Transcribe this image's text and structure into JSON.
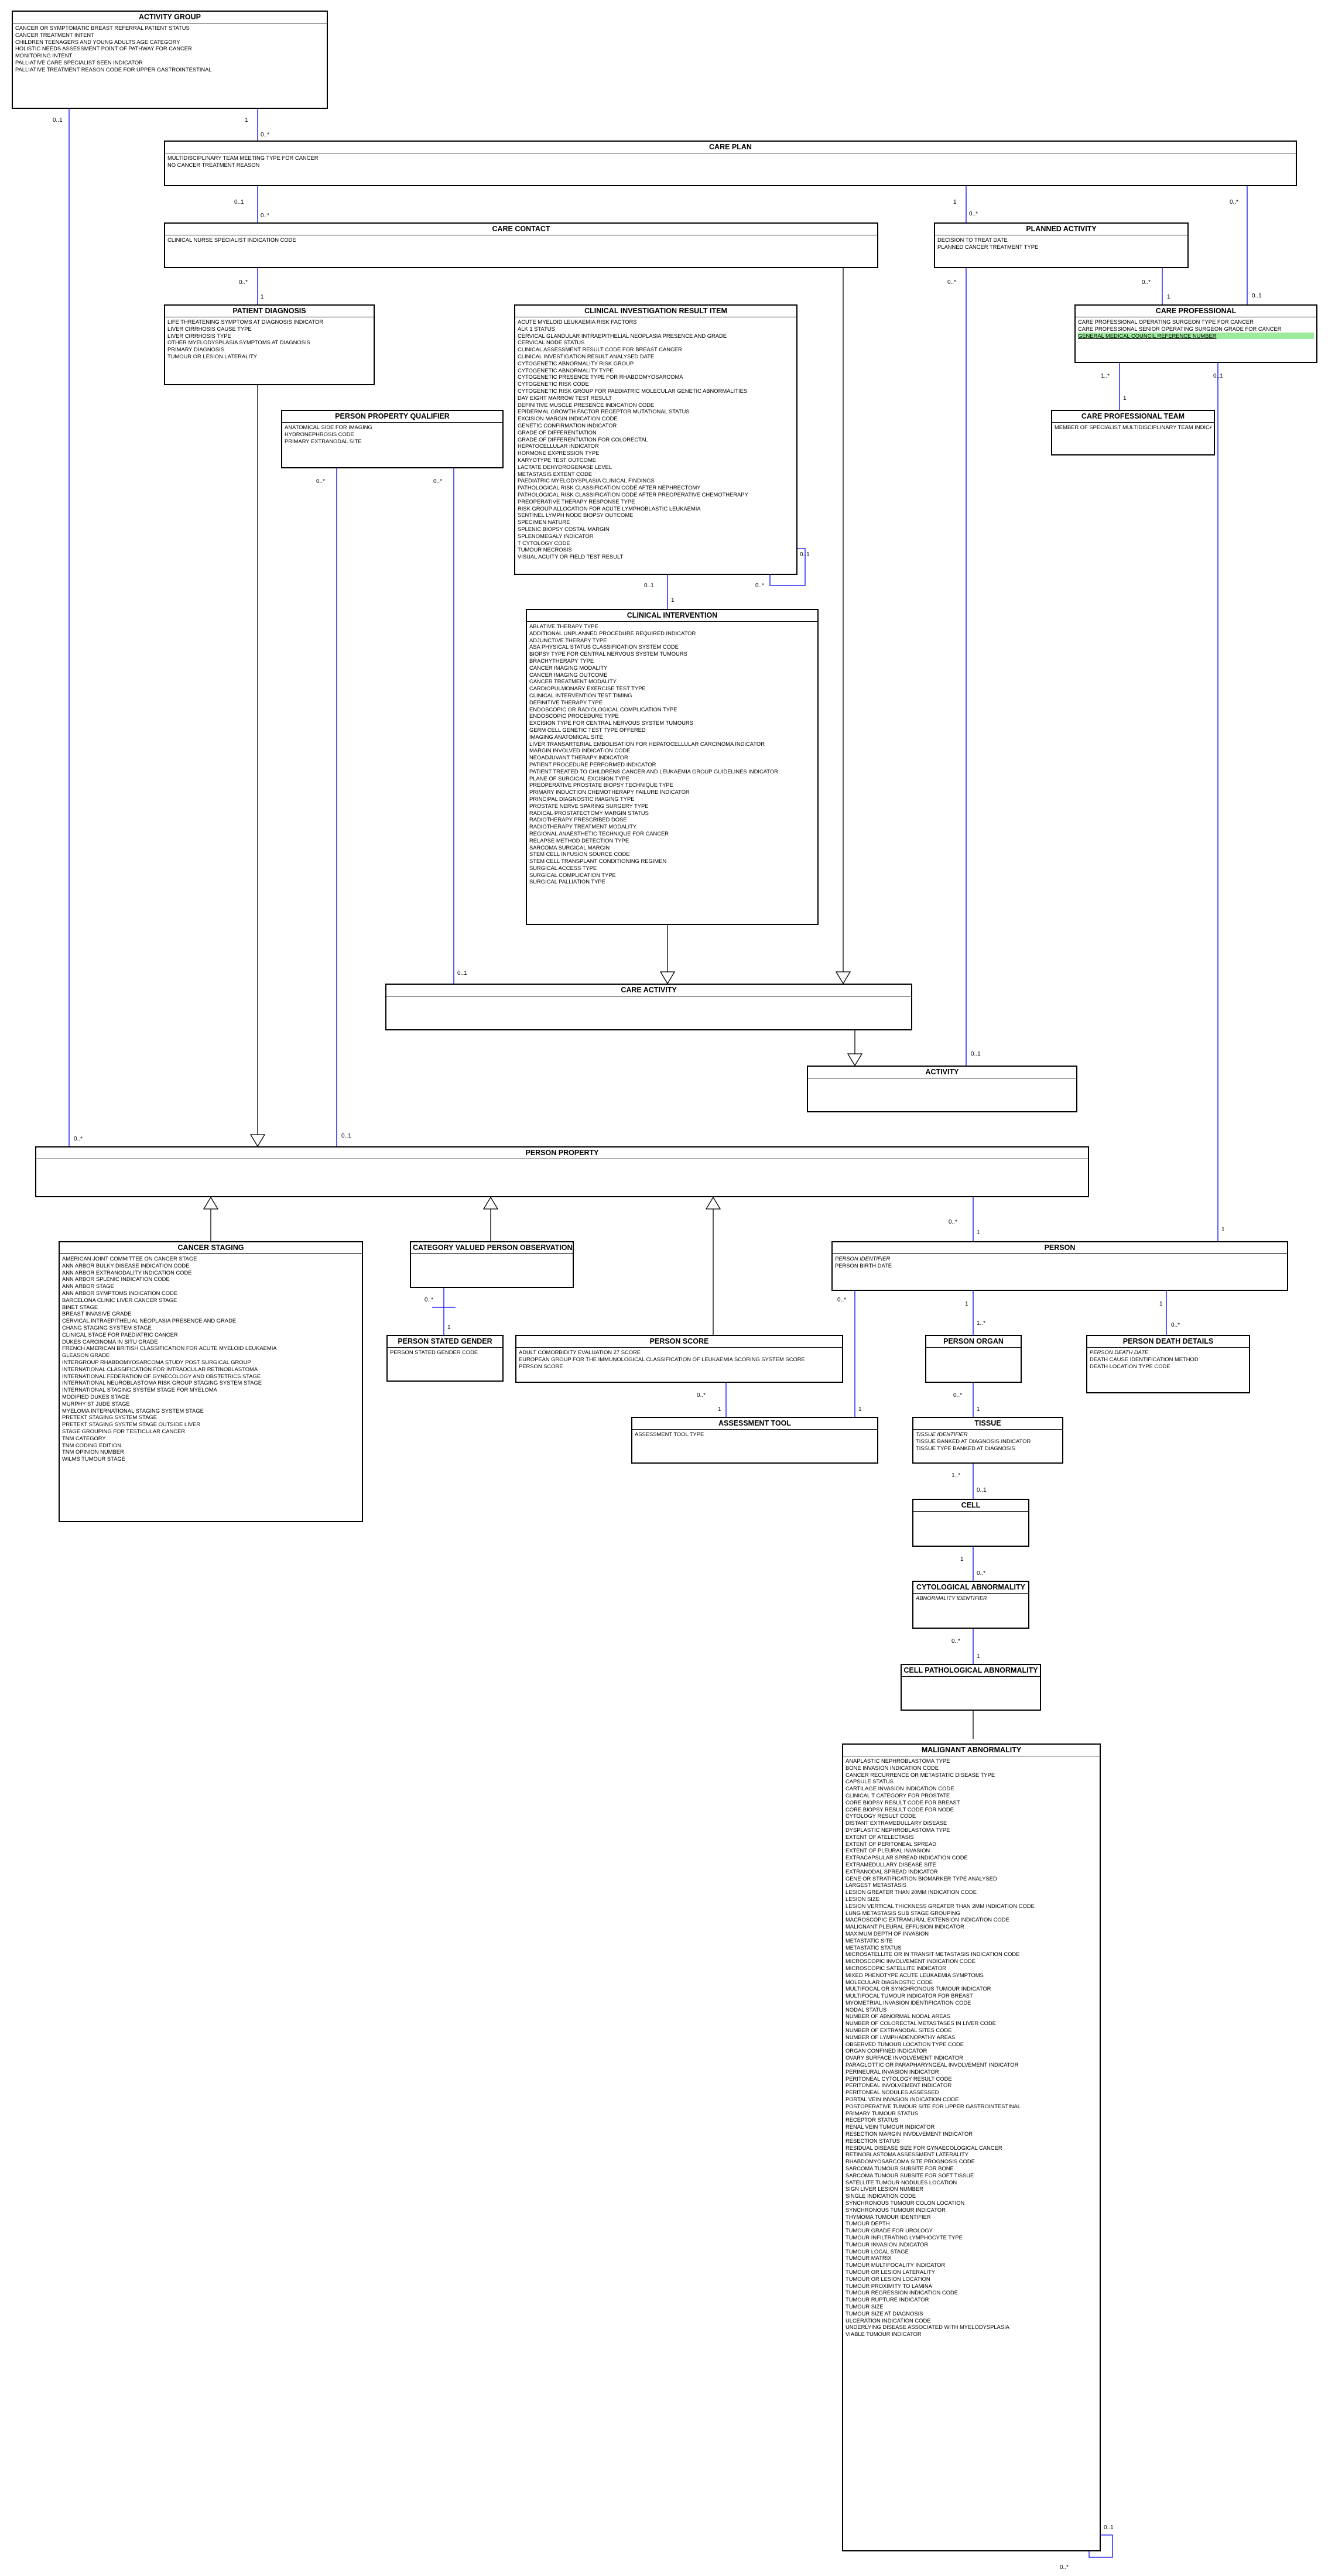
{
  "colors": {
    "line": "#0000ff",
    "generalization": "#000000",
    "highlight": "#9beb9b"
  },
  "entities": {
    "activity_group": {
      "name": "ACTIVITY GROUP",
      "attributes": [
        "CANCER OR SYMPTOMATIC BREAST REFERRAL PATIENT STATUS",
        "CANCER TREATMENT INTENT",
        "CHILDREN TEENAGERS AND YOUNG ADULTS AGE CATEGORY",
        "HOLISTIC NEEDS ASSESSMENT POINT OF PATHWAY FOR CANCER",
        "MONITORING INTENT",
        "PALLIATIVE CARE SPECIALIST SEEN INDICATOR",
        "PALLIATIVE TREATMENT REASON CODE FOR UPPER GASTROINTESTINAL"
      ]
    },
    "care_plan": {
      "name": "CARE PLAN",
      "attributes": [
        "MULTIDISCIPLINARY TEAM MEETING TYPE FOR CANCER",
        "NO CANCER TREATMENT REASON"
      ]
    },
    "care_contact": {
      "name": "CARE CONTACT",
      "attributes": [
        "CLINICAL NURSE SPECIALIST INDICATION CODE"
      ]
    },
    "planned_activity": {
      "name": "PLANNED ACTIVITY",
      "attributes": [
        "DECISION TO TREAT DATE",
        "PLANNED CANCER TREATMENT TYPE"
      ]
    },
    "care_professional": {
      "name": "CARE PROFESSIONAL",
      "attributes": [
        "CARE PROFESSIONAL OPERATING SURGEON TYPE FOR CANCER",
        "CARE PROFESSIONAL SENIOR OPERATING SURGEON GRADE FOR CANCER",
        "GENERAL MEDICAL COUNCIL REFERENCE NUMBER"
      ]
    },
    "care_professional_team": {
      "name": "CARE PROFESSIONAL TEAM",
      "attributes": [
        "MEMBER OF SPECIALIST MULTIDISCIPLINARY TEAM INDICATOR"
      ]
    },
    "patient_diagnosis": {
      "name": "PATIENT DIAGNOSIS",
      "attributes": [
        "LIFE THREATENING SYMPTOMS AT DIAGNOSIS INDICATOR",
        "LIVER CIRRHOSIS CAUSE TYPE",
        "LIVER CIRRHOSIS TYPE",
        "OTHER MYELODYSPLASIA SYMPTOMS AT DIAGNOSIS",
        "PRIMARY DIAGNOSIS",
        "TUMOUR OR LESION LATERALITY"
      ]
    },
    "clinical_investigation_result_item": {
      "name": "CLINICAL INVESTIGATION RESULT ITEM",
      "attributes": [
        "ACUTE MYELOID LEUKAEMIA RISK FACTORS",
        "ALK 1 STATUS",
        "CERVICAL GLANDULAR INTRAEPITHELIAL NEOPLASIA PRESENCE AND GRADE",
        "CERVICAL NODE STATUS",
        "CLINICAL ASSESSMENT RESULT CODE FOR BREAST CANCER",
        "CLINICAL INVESTIGATION RESULT ANALYSED DATE",
        "CYTOGENETIC ABNORMALITY RISK GROUP",
        "CYTOGENETIC ABNORMALITY TYPE",
        "CYTOGENETIC PRESENCE TYPE FOR RHABDOMYOSARCOMA",
        "CYTOGENETIC RISK CODE",
        "CYTOGENETIC RISK GROUP FOR PAEDIATRIC MOLECULAR GENETIC ABNORMALITIES",
        "DAY EIGHT MARROW TEST RESULT",
        "DEFINITIVE MUSCLE PRESENCE INDICATION CODE",
        "EPIDERMAL GROWTH FACTOR RECEPTOR MUTATIONAL STATUS",
        "EXCISION MARGIN INDICATION CODE",
        "GENETIC CONFIRMATION INDICATOR",
        "GRADE OF DIFFERENTIATION",
        "GRADE OF DIFFERENTIATION FOR COLORECTAL",
        "HEPATOCELLULAR INDICATOR",
        "HORMONE EXPRESSION TYPE",
        "KARYOTYPE TEST OUTCOME",
        "LACTATE DEHYDROGENASE LEVEL",
        "METASTASIS EXTENT CODE",
        "PAEDIATRIC MYELODYSPLASIA CLINICAL FINDINGS",
        "PATHOLOGICAL RISK CLASSIFICATION CODE AFTER NEPHRECTOMY",
        "PATHOLOGICAL RISK CLASSIFICATION CODE AFTER PREOPERATIVE CHEMOTHERAPY",
        "PREOPERATIVE THERAPY RESPONSE TYPE",
        "RISK GROUP ALLOCATION FOR ACUTE LYMPHOBLASTIC LEUKAEMIA",
        "SENTINEL LYMPH NODE BIOPSY OUTCOME",
        "SPECIMEN NATURE",
        "SPLENIC BIOPSY COSTAL MARGIN",
        "SPLENOMEGALY INDICATOR",
        "T CYTOLOGY CODE",
        "TUMOUR NECROSIS",
        "VISUAL ACUITY OR FIELD TEST RESULT"
      ]
    },
    "person_property_qualifier": {
      "name": "PERSON PROPERTY QUALIFIER",
      "attributes": [
        "ANATOMICAL SIDE FOR IMAGING",
        "HYDRONEPHROSIS CODE",
        "PRIMARY EXTRANODAL SITE"
      ]
    },
    "clinical_intervention": {
      "name": "CLINICAL INTERVENTION",
      "attributes": [
        "ABLATIVE THERAPY TYPE",
        "ADDITIONAL UNPLANNED PROCEDURE REQUIRED INDICATOR",
        "ADJUNCTIVE THERAPY TYPE",
        "ASA PHYSICAL STATUS CLASSIFICATION SYSTEM CODE",
        "BIOPSY TYPE FOR CENTRAL NERVOUS SYSTEM TUMOURS",
        "BRACHYTHERAPY TYPE",
        "CANCER IMAGING MODALITY",
        "CANCER IMAGING OUTCOME",
        "CANCER TREATMENT MODALITY",
        "CARDIOPULMONARY EXERCISE TEST TYPE",
        "CLINICAL INTERVENTION TEST TIMING",
        "DEFINITIVE THERAPY TYPE",
        "ENDOSCOPIC OR RADIOLOGICAL COMPLICATION TYPE",
        "ENDOSCOPIC PROCEDURE TYPE",
        "EXCISION TYPE FOR CENTRAL NERVOUS SYSTEM TUMOURS",
        "GERM CELL GENETIC TEST TYPE OFFERED",
        "IMAGING ANATOMICAL SITE",
        "LIVER TRANSARTERIAL EMBOLISATION FOR HEPATOCELLULAR CARCINOMA INDICATOR",
        "MARGIN INVOLVED INDICATION CODE",
        "NEOADJUVANT THERAPY INDICATOR",
        "PATIENT PROCEDURE PERFORMED INDICATOR",
        "PATIENT TREATED TO CHILDRENS CANCER AND LEUKAEMIA GROUP GUIDELINES INDICATOR",
        "PLANE OF SURGICAL EXCISION TYPE",
        "PREOPERATIVE PROSTATE BIOPSY TECHNIQUE TYPE",
        "PRIMARY INDUCTION CHEMOTHERAPY FAILURE INDICATOR",
        "PRINCIPAL DIAGNOSTIC IMAGING TYPE",
        "PROSTATE NERVE SPARING SURGERY TYPE",
        "RADICAL PROSTATECTOMY MARGIN STATUS",
        "RADIOTHERAPY PRESCRIBED DOSE",
        "RADIOTHERAPY TREATMENT MODALITY",
        "REGIONAL ANAESTHETIC TECHNIQUE FOR CANCER",
        "RELAPSE METHOD DETECTION TYPE",
        "SARCOMA SURGICAL MARGIN",
        "STEM CELL INFUSION SOURCE CODE",
        "STEM CELL TRANSPLANT CONDITIONING REGIMEN",
        "SURGICAL ACCESS TYPE",
        "SURGICAL COMPLICATION TYPE",
        "SURGICAL PALLIATION TYPE"
      ]
    },
    "care_activity": {
      "name": "CARE ACTIVITY",
      "attributes": []
    },
    "activity": {
      "name": "ACTIVITY",
      "attributes": []
    },
    "person_property": {
      "name": "PERSON PROPERTY",
      "attributes": []
    },
    "cancer_staging": {
      "name": "CANCER STAGING",
      "attributes": [
        "AMERICAN JOINT COMMITTEE ON CANCER STAGE",
        "ANN ARBOR BULKY DISEASE INDICATION CODE",
        "ANN ARBOR EXTRANODALITY INDICATION CODE",
        "ANN ARBOR SPLENIC INDICATION CODE",
        "ANN ARBOR STAGE",
        "ANN ARBOR SYMPTOMS INDICATION CODE",
        "BARCELONA CLINIC LIVER CANCER STAGE",
        "BINET STAGE",
        "BREAST INVASIVE GRADE",
        "CERVICAL INTRAEPITHELIAL NEOPLASIA PRESENCE AND GRADE",
        "CHANG STAGING SYSTEM STAGE",
        "CLINICAL STAGE FOR PAEDIATRIC CANCER",
        "DUKES CARCINOMA IN SITU GRADE",
        "FRENCH AMERICAN BRITISH CLASSIFICATION FOR ACUTE MYELOID LEUKAEMIA",
        "GLEASON GRADE",
        "INTERGROUP RHABDOMYOSARCOMA STUDY POST SURGICAL GROUP",
        "INTERNATIONAL CLASSIFICATION FOR INTRAOCULAR RETINOBLASTOMA",
        "INTERNATIONAL FEDERATION OF GYNECOLOGY AND OBSTETRICS STAGE",
        "INTERNATIONAL NEUROBLASTOMA RISK GROUP STAGING SYSTEM STAGE",
        "INTERNATIONAL STAGING SYSTEM STAGE FOR MYELOMA",
        "MODIFIED DUKES STAGE",
        "MURPHY ST JUDE STAGE",
        "MYELOMA INTERNATIONAL STAGING SYSTEM STAGE",
        "PRETEXT STAGING SYSTEM STAGE",
        "PRETEXT STAGING SYSTEM STAGE OUTSIDE LIVER",
        "STAGE GROUPING FOR TESTICULAR CANCER",
        "TNM CATEGORY",
        "TNM CODING EDITION",
        "TNM OPINION NUMBER",
        "WILMS TUMOUR STAGE"
      ]
    },
    "category_valued_person_observation": {
      "name": "CATEGORY VALUED PERSON OBSERVATION",
      "attributes": []
    },
    "person_stated_gender": {
      "name": "PERSON STATED GENDER",
      "attributes": [
        "PERSON STATED GENDER CODE"
      ]
    },
    "person_score": {
      "name": "PERSON SCORE",
      "attributes": [
        "ADULT COMORBIDITY EVALUATION 27 SCORE",
        "EUROPEAN GROUP FOR THE IMMUNOLOGICAL CLASSIFICATION OF LEUKAEMIA SCORING SYSTEM SCORE",
        "PERSON SCORE"
      ]
    },
    "assessment_tool": {
      "name": "ASSESSMENT TOOL",
      "attributes": [
        "ASSESSMENT TOOL TYPE"
      ]
    },
    "person": {
      "name": "PERSON",
      "key_attributes": [
        "PERSON IDENTIFIER"
      ],
      "attributes": [
        "PERSON BIRTH DATE"
      ]
    },
    "person_organ": {
      "name": "PERSON ORGAN",
      "attributes": []
    },
    "person_death_details": {
      "name": "PERSON DEATH DETAILS",
      "key_attributes": [
        "PERSON DEATH DATE"
      ],
      "attributes": [
        "DEATH CAUSE IDENTIFICATION METHOD",
        "DEATH LOCATION TYPE CODE"
      ]
    },
    "tissue": {
      "name": "TISSUE",
      "key_attributes": [
        "TISSUE IDENTIFIER"
      ],
      "attributes": [
        "TISSUE BANKED AT DIAGNOSIS INDICATOR",
        "TISSUE TYPE BANKED AT DIAGNOSIS"
      ]
    },
    "cell": {
      "name": "CELL",
      "attributes": []
    },
    "cytological_abnormality": {
      "name": "CYTOLOGICAL ABNORMALITY",
      "key_attributes": [
        "ABNORMALITY IDENTIFIER"
      ],
      "attributes": []
    },
    "cell_pathological_abnormality": {
      "name": "CELL PATHOLOGICAL ABNORMALITY",
      "attributes": []
    },
    "malignant_abnormality": {
      "name": "MALIGNANT ABNORMALITY",
      "attributes": [
        "ANAPLASTIC NEPHROBLASTOMA TYPE",
        "BONE INVASION INDICATION CODE",
        "CANCER RECURRENCE OR METASTATIC DISEASE TYPE",
        "CAPSULE STATUS",
        "CARTILAGE INVASION INDICATION CODE",
        "CLINICAL T CATEGORY FOR PROSTATE",
        "CORE BIOPSY RESULT CODE FOR BREAST",
        "CORE BIOPSY RESULT CODE FOR NODE",
        "CYTOLOGY RESULT CODE",
        "DISTANT EXTRAMEDULLARY DISEASE",
        "DYSPLASTIC NEPHROBLASTOMA TYPE",
        "EXTENT OF ATELECTASIS",
        "EXTENT OF PERITONEAL SPREAD",
        "EXTENT OF PLEURAL INVASION",
        "EXTRACAPSULAR SPREAD INDICATION CODE",
        "EXTRAMEDULLARY DISEASE SITE",
        "EXTRANODAL SPREAD INDICATOR",
        "GENE OR STRATIFICATION BIOMARKER TYPE ANALYSED",
        "LARGEST METASTASIS",
        "LESION GREATER THAN 20MM INDICATION CODE",
        "LESION SIZE",
        "LESION VERTICAL THICKNESS GREATER THAN 2MM INDICATION CODE",
        "LUNG METASTASIS SUB STAGE GROUPING",
        "MACROSCOPIC EXTRAMURAL EXTENSION INDICATION CODE",
        "MALIGNANT PLEURAL EFFUSION INDICATOR",
        "MAXIMUM DEPTH OF INVASION",
        "METASTATIC SITE",
        "METASTATIC STATUS",
        "MICROSATELLITE OR IN TRANSIT METASTASIS INDICATION CODE",
        "MICROSCOPIC INVOLVEMENT INDICATION CODE",
        "MICROSCOPIC SATELLITE INDICATOR",
        "MIXED PHENOTYPE ACUTE LEUKAEMIA SYMPTOMS",
        "MOLECULAR DIAGNOSTIC CODE",
        "MULTIFOCAL OR SYNCHRONOUS TUMOUR INDICATOR",
        "MULTIFOCAL TUMOUR INDICATOR FOR BREAST",
        "MYOMETRIAL INVASION IDENTIFICATION CODE",
        "NODAL STATUS",
        "NUMBER OF ABNORMAL NODAL AREAS",
        "NUMBER OF COLORECTAL METASTASES IN LIVER CODE",
        "NUMBER OF EXTRANODAL SITES CODE",
        "NUMBER OF LYMPHADENOPATHY AREAS",
        "OBSERVED TUMOUR LOCATION TYPE CODE",
        "ORGAN CONFINED INDICATOR",
        "OVARY SURFACE INVOLVEMENT INDICATOR",
        "PARAGLOTTIC OR PARAPHARYNGEAL INVOLVEMENT INDICATOR",
        "PERINEURAL INVASION INDICATOR",
        "PERITONEAL CYTOLOGY RESULT CODE",
        "PERITONEAL INVOLVEMENT INDICATOR",
        "PERITONEAL NODULES ASSESSED",
        "PORTAL VEIN INVASION INDICATION CODE",
        "POSTOPERATIVE TUMOUR SITE FOR UPPER GASTROINTESTINAL",
        "PRIMARY TUMOUR STATUS",
        "RECEPTOR STATUS",
        "RENAL VEIN TUMOUR INDICATOR",
        "RESECTION MARGIN INVOLVEMENT INDICATOR",
        "RESECTION STATUS",
        "RESIDUAL DISEASE SIZE FOR GYNAECOLOGICAL CANCER",
        "RETINOBLASTOMA ASSESSMENT LATERALITY",
        "RHABDOMYOSARCOMA SITE PROGNOSIS CODE",
        "SARCOMA TUMOUR SUBSITE FOR BONE",
        "SARCOMA TUMOUR SUBSITE FOR SOFT TISSUE",
        "SATELLITE TUMOUR NODULES LOCATION",
        "SIGN LIVER LESION NUMBER",
        "SINGLE INDICATION CODE",
        "SYNCHRONOUS TUMOUR COLON LOCATION",
        "SYNCHRONOUS TUMOUR INDICATOR",
        "THYMOMA TUMOUR IDENTIFIER",
        "TUMOUR DEPTH",
        "TUMOUR GRADE FOR UROLOGY",
        "TUMOUR INFILTRATING LYMPHOCYTE TYPE",
        "TUMOUR INVASION INDICATOR",
        "TUMOUR LOCAL STAGE",
        "TUMOUR MATRIX",
        "TUMOUR MULTIFOCALITY INDICATOR",
        "TUMOUR OR LESION LATERALITY",
        "TUMOUR OR LESION LOCATION",
        "TUMOUR PROXIMITY TO LAMINA",
        "TUMOUR REGRESSION INDICATION CODE",
        "TUMOUR RUPTURE INDICATOR",
        "TUMOUR SIZE",
        "TUMOUR SIZE AT DIAGNOSIS",
        "ULCERATION INDICATION CODE",
        "UNDERLYING DISEASE ASSOCIATED WITH MYELODYSPLASIA",
        "VIABLE TUMOUR INDICATOR"
      ]
    }
  },
  "multiplicities": {
    "ag_left": "0..1",
    "ag_cp": "1",
    "ag_cp_end": "0..*",
    "cp_cc": "0..1",
    "cp_cc_end": "0..*",
    "cp_pa": "1",
    "cp_pa_end": "0..*",
    "cp_prof": "0..*",
    "cp_prof_end": "0..1",
    "cc_pd": "0..*",
    "cc_pd_end": "1",
    "pa_act": "0..*",
    "pa_act_end": "0..1",
    "pa_prof": "0..*",
    "pa_prof_end": "1",
    "prof_team": "1..*",
    "prof_team_end": "1",
    "prof_person": "0..1",
    "prof_person_end": "1",
    "ppq_pp": "0..*",
    "ppq_pp_end": "0..1",
    "ppq_ca": "0..*",
    "ppq_ca_end": "0..1",
    "ciri_ci": "0..1",
    "ciri_ci_end": "1",
    "ciri_self_a": "0..*",
    "ciri_self_b": "0..1",
    "ag_pp_end": "0..*",
    "person_pp": "0..*",
    "person_pp_end": "1",
    "cvpo_psg": "0..*",
    "cvpo_psg_end": "1",
    "score_tool": "0..*",
    "score_tool_end": "1",
    "person_score": "0..*",
    "person_score_end": "1",
    "person_organ": "1",
    "person_organ_end": "1..*",
    "person_death": "1",
    "person_death_end": "0..*",
    "organ_tissue": "0..*",
    "organ_tissue_end": "1",
    "tissue_cell": "1..*",
    "tissue_cell_end": "0..1",
    "cell_cyto": "1",
    "cell_cyto_end": "0..*",
    "cyto_cpa": "0..*",
    "cyto_cpa_end": "1",
    "ma_self_a": "0..1",
    "ma_self_b": "0..*"
  }
}
